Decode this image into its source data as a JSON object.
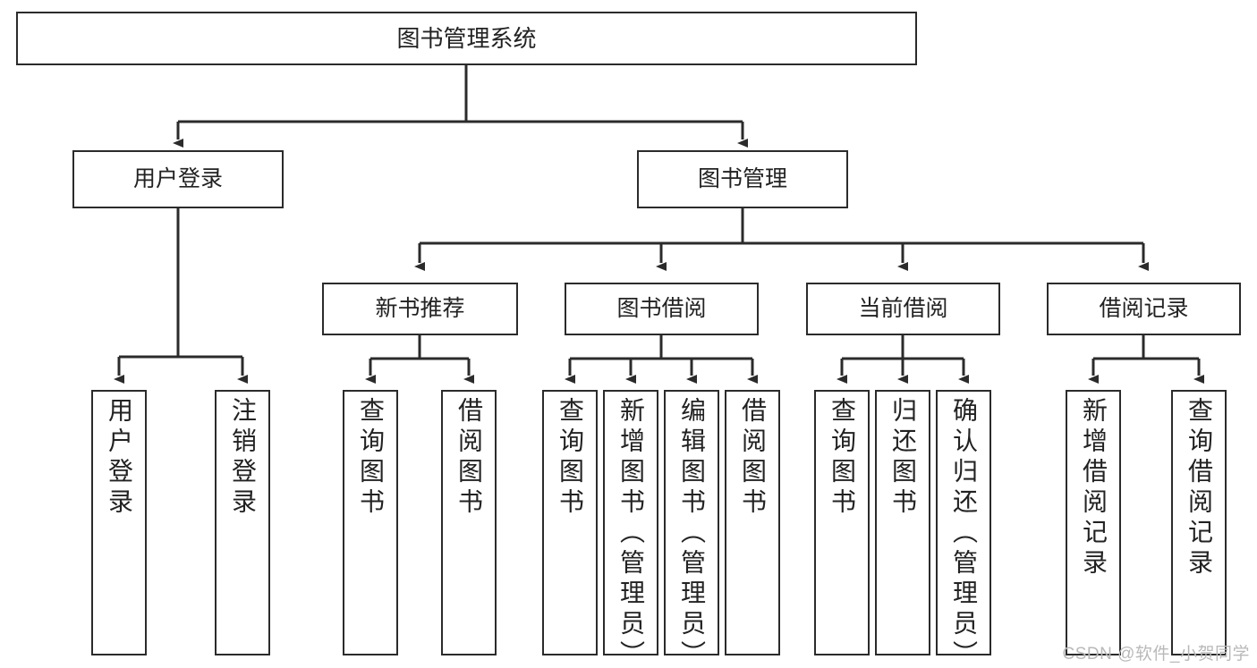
{
  "diagram": {
    "title": "图书管理系统",
    "type": "hierarchy-tree",
    "colors": {
      "box_border": "#2b2b2b",
      "box_fill": "#ffffff",
      "edge": "#2b2b2b",
      "text": "#222222",
      "watermark": "#b9b9b9"
    },
    "root": {
      "label": "图书管理系统"
    },
    "level2": [
      {
        "label": "用户登录"
      },
      {
        "label": "图书管理"
      }
    ],
    "level3": [
      {
        "label": "新书推荐"
      },
      {
        "label": "图书借阅"
      },
      {
        "label": "当前借阅"
      },
      {
        "label": "借阅记录"
      }
    ],
    "leaves": {
      "user_login": [
        {
          "label": "用户登录"
        },
        {
          "label": "注销登录"
        }
      ],
      "new_book_recommend": [
        {
          "label": "查询图书"
        },
        {
          "label": "借阅图书"
        }
      ],
      "book_borrow": [
        {
          "label": "查询图书"
        },
        {
          "label": "新增图书（管理员）"
        },
        {
          "label": "编辑图书（管理员）"
        },
        {
          "label": "借阅图书"
        }
      ],
      "current_borrow": [
        {
          "label": "查询图书"
        },
        {
          "label": "归还图书"
        },
        {
          "label": "确认归还（管理员）"
        }
      ],
      "borrow_record": [
        {
          "label": "新增借阅记录"
        },
        {
          "label": "查询借阅记录"
        }
      ]
    }
  },
  "watermark": {
    "text": "CSDN @软件_小贺同学"
  }
}
